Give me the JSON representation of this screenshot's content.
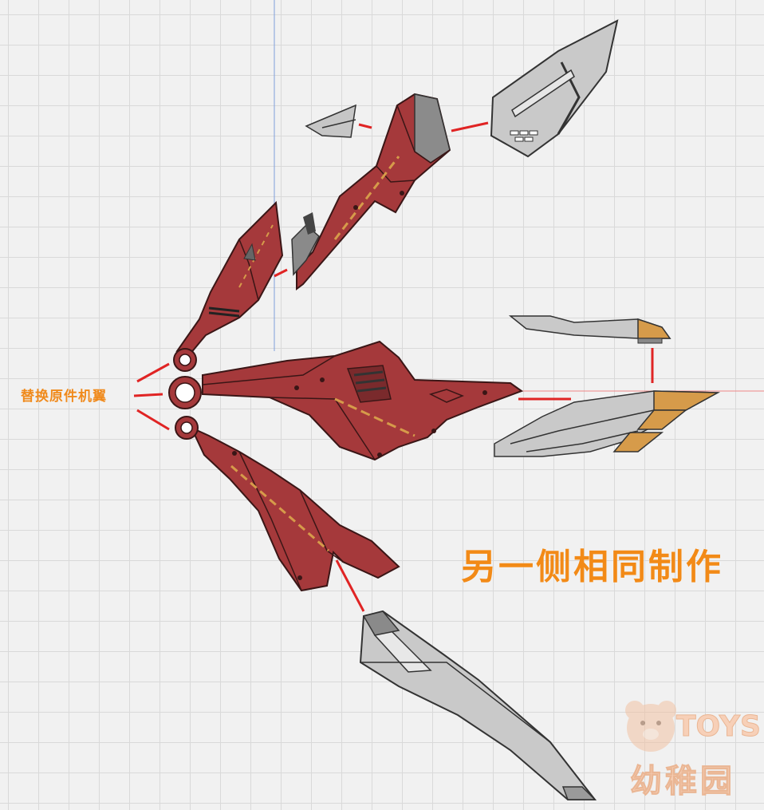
{
  "labels": {
    "replace_wing": "替换原件机翼",
    "other_side": "另一侧相同制作"
  },
  "watermark": {
    "brand_latin": "TOYS",
    "brand_cn": "幼稚园"
  },
  "colors": {
    "wing_red": "#a5393b",
    "wing_red_dark": "#7f2a2d",
    "armor_grey": "#c9c9c9",
    "accent_gold": "#d69b4a",
    "connector_red": "#e02424",
    "label_orange": "#f08a1c"
  }
}
